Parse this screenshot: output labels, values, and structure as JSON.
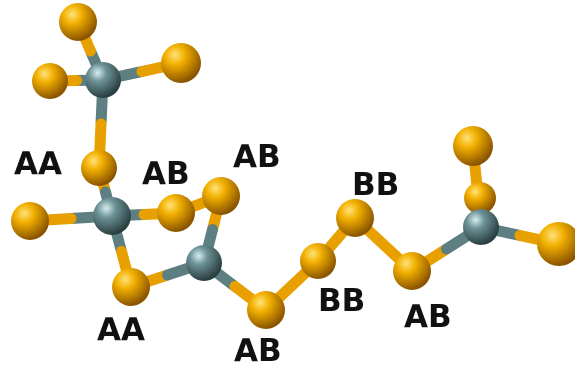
{
  "colors": {
    "sulfur_atom": "#E8A000",
    "sulfur_bond": "#E8A000",
    "metal_atom": "#5E7F82",
    "label_text": "#111111",
    "background": "#FFFFFF"
  },
  "atom_types": {
    "metal": "metal-atom",
    "sulfur": "sulfur-atom"
  },
  "labels": [
    "AA",
    "AB",
    "AB",
    "BB",
    "AA",
    "BB",
    "AB",
    "AB"
  ]
}
